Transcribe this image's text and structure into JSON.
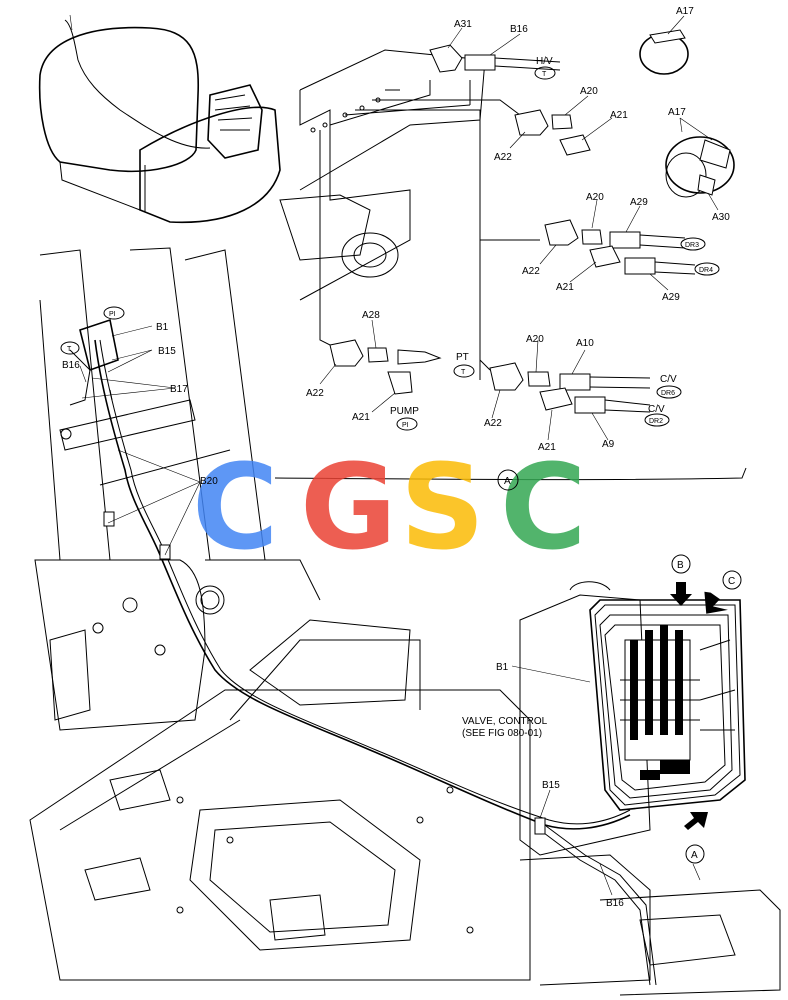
{
  "labels": {
    "a31": "A31",
    "b16_top": "B16",
    "hv": "H/V",
    "t_badge_top": "T",
    "a17_top": "A17",
    "a20_a": "A20",
    "a21_a": "A21",
    "a22_a": "A22",
    "a17_mid": "A17",
    "a30": "A30",
    "a20_b": "A20",
    "a29_a": "A29",
    "dr3": "DR3",
    "dr4": "DR4",
    "a22_b": "A22",
    "a21_b": "A21",
    "a29_b": "A29",
    "a28": "A28",
    "pt": "PT",
    "t_badge_pt": "T",
    "a22_c": "A22",
    "a21_c": "A21",
    "pump": "PUMP",
    "pi_pump": "PI",
    "a20_c": "A20",
    "a10": "A10",
    "cv_a": "C/V",
    "dr6": "DR6",
    "a22_d": "A22",
    "cv_b": "C/V",
    "dr2": "DR2",
    "a21_d": "A21",
    "a9": "A9",
    "section_a": "A",
    "pi_left": "PI",
    "b1_left": "B1",
    "t_left": "T",
    "b15_left": "B15",
    "b16_left": "B16",
    "b17": "B17",
    "b20": "B20",
    "b1_valve": "B1",
    "valve_line1": "VALVE, CONTROL",
    "valve_line2": "(SEE FIG 080-01)",
    "b15_bottom": "B15",
    "b16_bottom": "B16",
    "arrow_b": "B",
    "arrow_c": "C",
    "arrow_a": "A"
  },
  "watermark": {
    "letters": [
      "C",
      "G",
      "S",
      "C"
    ],
    "colors": [
      "#4285F4",
      "#EA4335",
      "#FBBC05",
      "#34A853"
    ]
  }
}
